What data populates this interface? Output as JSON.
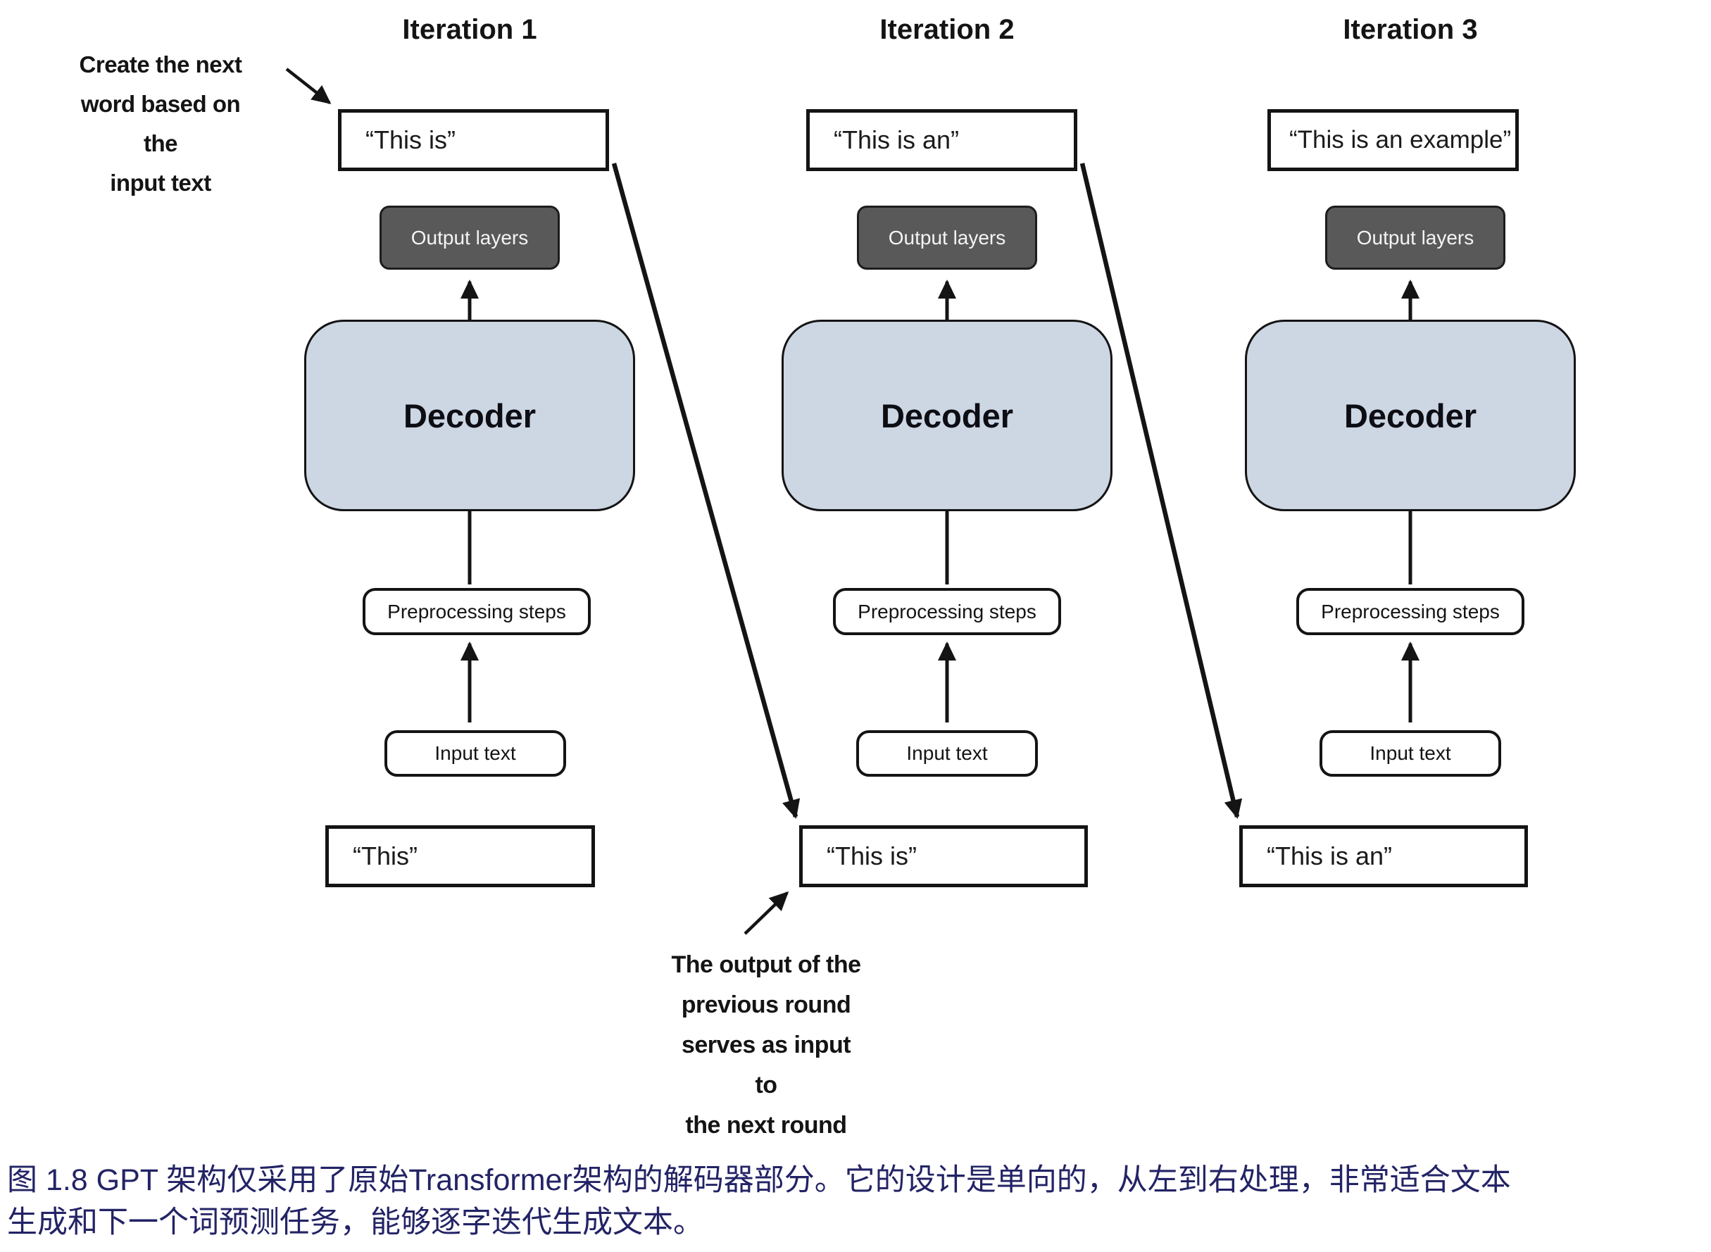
{
  "figure": {
    "annotations": {
      "top_left_lines": [
        "Create the next",
        "word based on the",
        "input text"
      ],
      "bottom_middle_lines": [
        "The output of the",
        "previous round",
        "serves as input to",
        "the next round"
      ]
    },
    "iterations": [
      {
        "title": "Iteration 1",
        "output_text": "“This is”",
        "output_layers_label": "Output layers",
        "decoder_label": "Decoder",
        "preprocessing_label": "Preprocessing steps",
        "input_box_label": "Input text",
        "input_text": "“This”"
      },
      {
        "title": "Iteration 2",
        "output_text": "“This is an”",
        "output_layers_label": "Output layers",
        "decoder_label": "Decoder",
        "preprocessing_label": "Preprocessing steps",
        "input_box_label": "Input text",
        "input_text": "“This is”"
      },
      {
        "title": "Iteration 3",
        "output_text": "“This is an example”",
        "output_layers_label": "Output layers",
        "decoder_label": "Decoder",
        "preprocessing_label": "Preprocessing steps",
        "input_box_label": "Input text",
        "input_text": "“This is an”"
      }
    ],
    "caption": {
      "lines": [
        "图 1.8  GPT 架构仅采用了原始Transformer架构的解码器部分。它的设计是单向的，从左到右处理，非常适合文本",
        "生成和下一个词预测任务，能够逐字迭代生成文本。"
      ]
    },
    "colors": {
      "decoder_fill": "#cdd6e3",
      "output_layers_fill": "#595959",
      "caption_color": "#232366"
    }
  }
}
